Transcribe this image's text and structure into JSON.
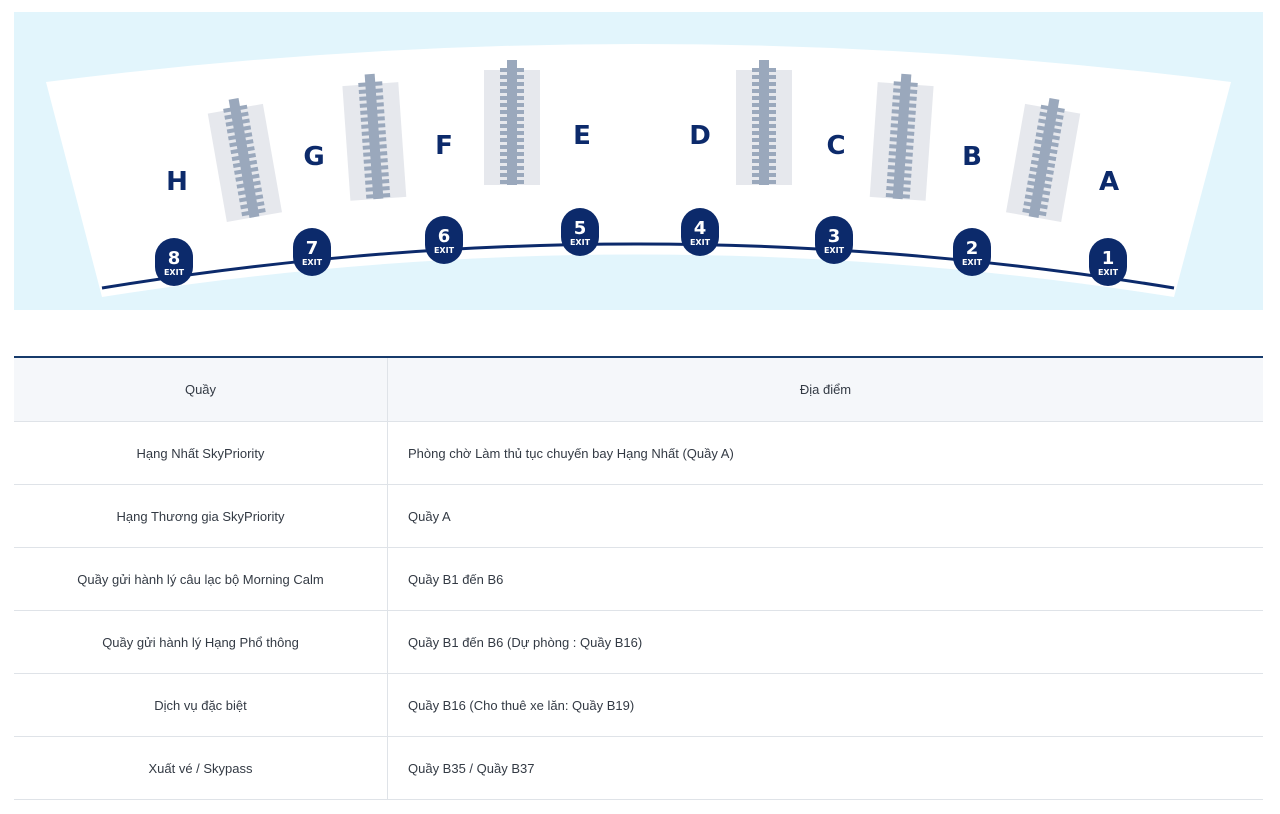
{
  "map": {
    "counters": [
      "H",
      "G",
      "F",
      "E",
      "D",
      "C",
      "B",
      "A"
    ],
    "exits": [
      {
        "number": "8",
        "word": "EXIT"
      },
      {
        "number": "7",
        "word": "EXIT"
      },
      {
        "number": "6",
        "word": "EXIT"
      },
      {
        "number": "5",
        "word": "EXIT"
      },
      {
        "number": "4",
        "word": "EXIT"
      },
      {
        "number": "3",
        "word": "EXIT"
      },
      {
        "number": "2",
        "word": "EXIT"
      },
      {
        "number": "1",
        "word": "EXIT"
      }
    ],
    "colors": {
      "sky": "#e2f5fc",
      "floor": "#ffffff",
      "island": "#e6e8ed",
      "belt": "#9aa8bc",
      "navy": "#0c2a6b"
    }
  },
  "table": {
    "headers": [
      "Quầy",
      "Địa điểm"
    ],
    "rows": [
      [
        "Hạng Nhất SkyPriority",
        "Phòng chờ Làm thủ tục chuyến bay Hạng Nhất (Quầy A)"
      ],
      [
        "Hạng Thương gia SkyPriority",
        "Quầy A"
      ],
      [
        "Quầy gửi hành lý câu lạc bộ Morning Calm",
        "Quầy B1 đến B6"
      ],
      [
        "Quầy gửi hành lý Hạng Phổ thông",
        "Quầy B1 đến B6 (Dự phòng : Quầy B16)"
      ],
      [
        "Dịch vụ đặc biệt",
        "Quầy B16 (Cho thuê xe lăn: Quầy B19)"
      ],
      [
        "Xuất vé / Skypass",
        "Quầy B35 / Quầy B37"
      ]
    ]
  }
}
